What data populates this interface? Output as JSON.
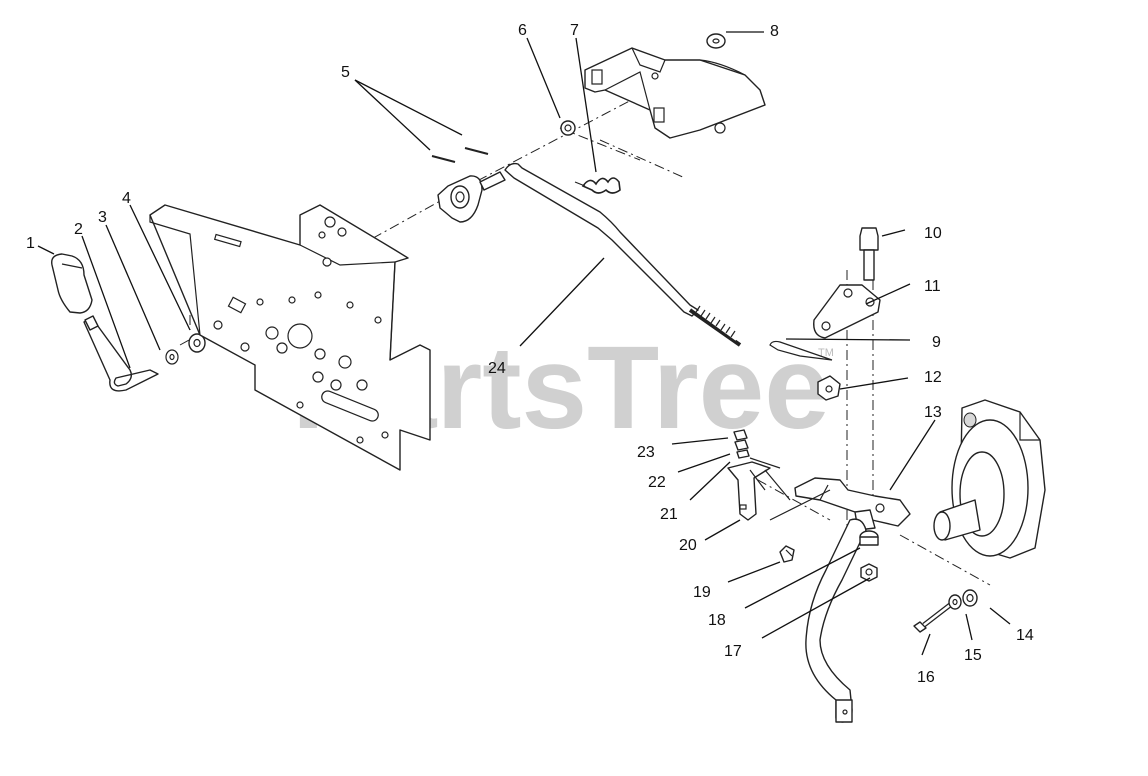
{
  "watermark": {
    "text": "PartsTree",
    "trademark": "TM"
  },
  "callouts": [
    "1",
    "2",
    "3",
    "4",
    "5",
    "6",
    "7",
    "8",
    "9",
    "10",
    "11",
    "12",
    "13",
    "14",
    "15",
    "16",
    "17",
    "18",
    "19",
    "20",
    "21",
    "22",
    "23",
    "24"
  ],
  "colors": {
    "line": "#222222",
    "watermark": "#c8c8c8",
    "background": "#ffffff"
  }
}
